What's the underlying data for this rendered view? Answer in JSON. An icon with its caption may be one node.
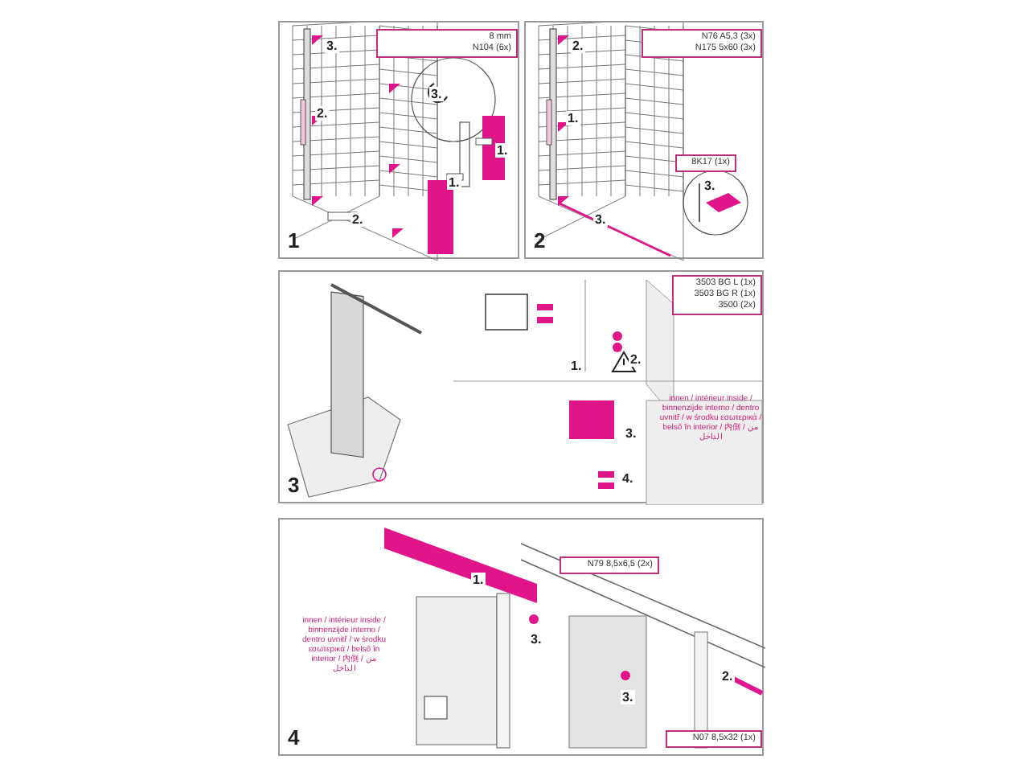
{
  "diagram": {
    "nodes": [
      {
        "text": [
          "1"
        ]
      },
      {
        "text": [
          "8 mm",
          "N104 (6x)"
        ],
        "in": 0
      },
      {
        "text": [
          "2"
        ]
      },
      {
        "text": [
          "N76 A5,3 (3x)",
          "N175 5x60 (3x)"
        ],
        "in": 2
      },
      {
        "text": [
          "8K17 (1x)"
        ],
        "in": 2
      },
      {
        "text": [
          "3"
        ]
      },
      {
        "text": [
          "3503 BG L (1x)",
          "3503 BG R (1x)",
          "3500 (2x)"
        ],
        "in": 5
      },
      {
        "text": [
          "4"
        ]
      },
      {
        "text": [
          "N79 8,5x6,5 (2x)"
        ],
        "in": 7
      },
      {
        "text": [
          "N07 8,5x32 (1x)"
        ],
        "in": 7
      }
    ],
    "edges": [],
    "labels": [
      "3.",
      "3.",
      "2.",
      "1.",
      "1.",
      "2.",
      "2.",
      "1.",
      "3.",
      "3.",
      "1.",
      "2.",
      "3.",
      "innen / intérieur inside / binnenzijde interno / dentro uvnitř / w środku εσωτερικά / belső în interior / 内側 / من الداخل",
      "4.",
      "1.",
      "innen / intérieur inside / binnenzijde interno / dentro uvnitř / w środku εσωτερικά / belső în interior / 内側 / من الداخل",
      "3.",
      "3.",
      "2."
    ]
  }
}
